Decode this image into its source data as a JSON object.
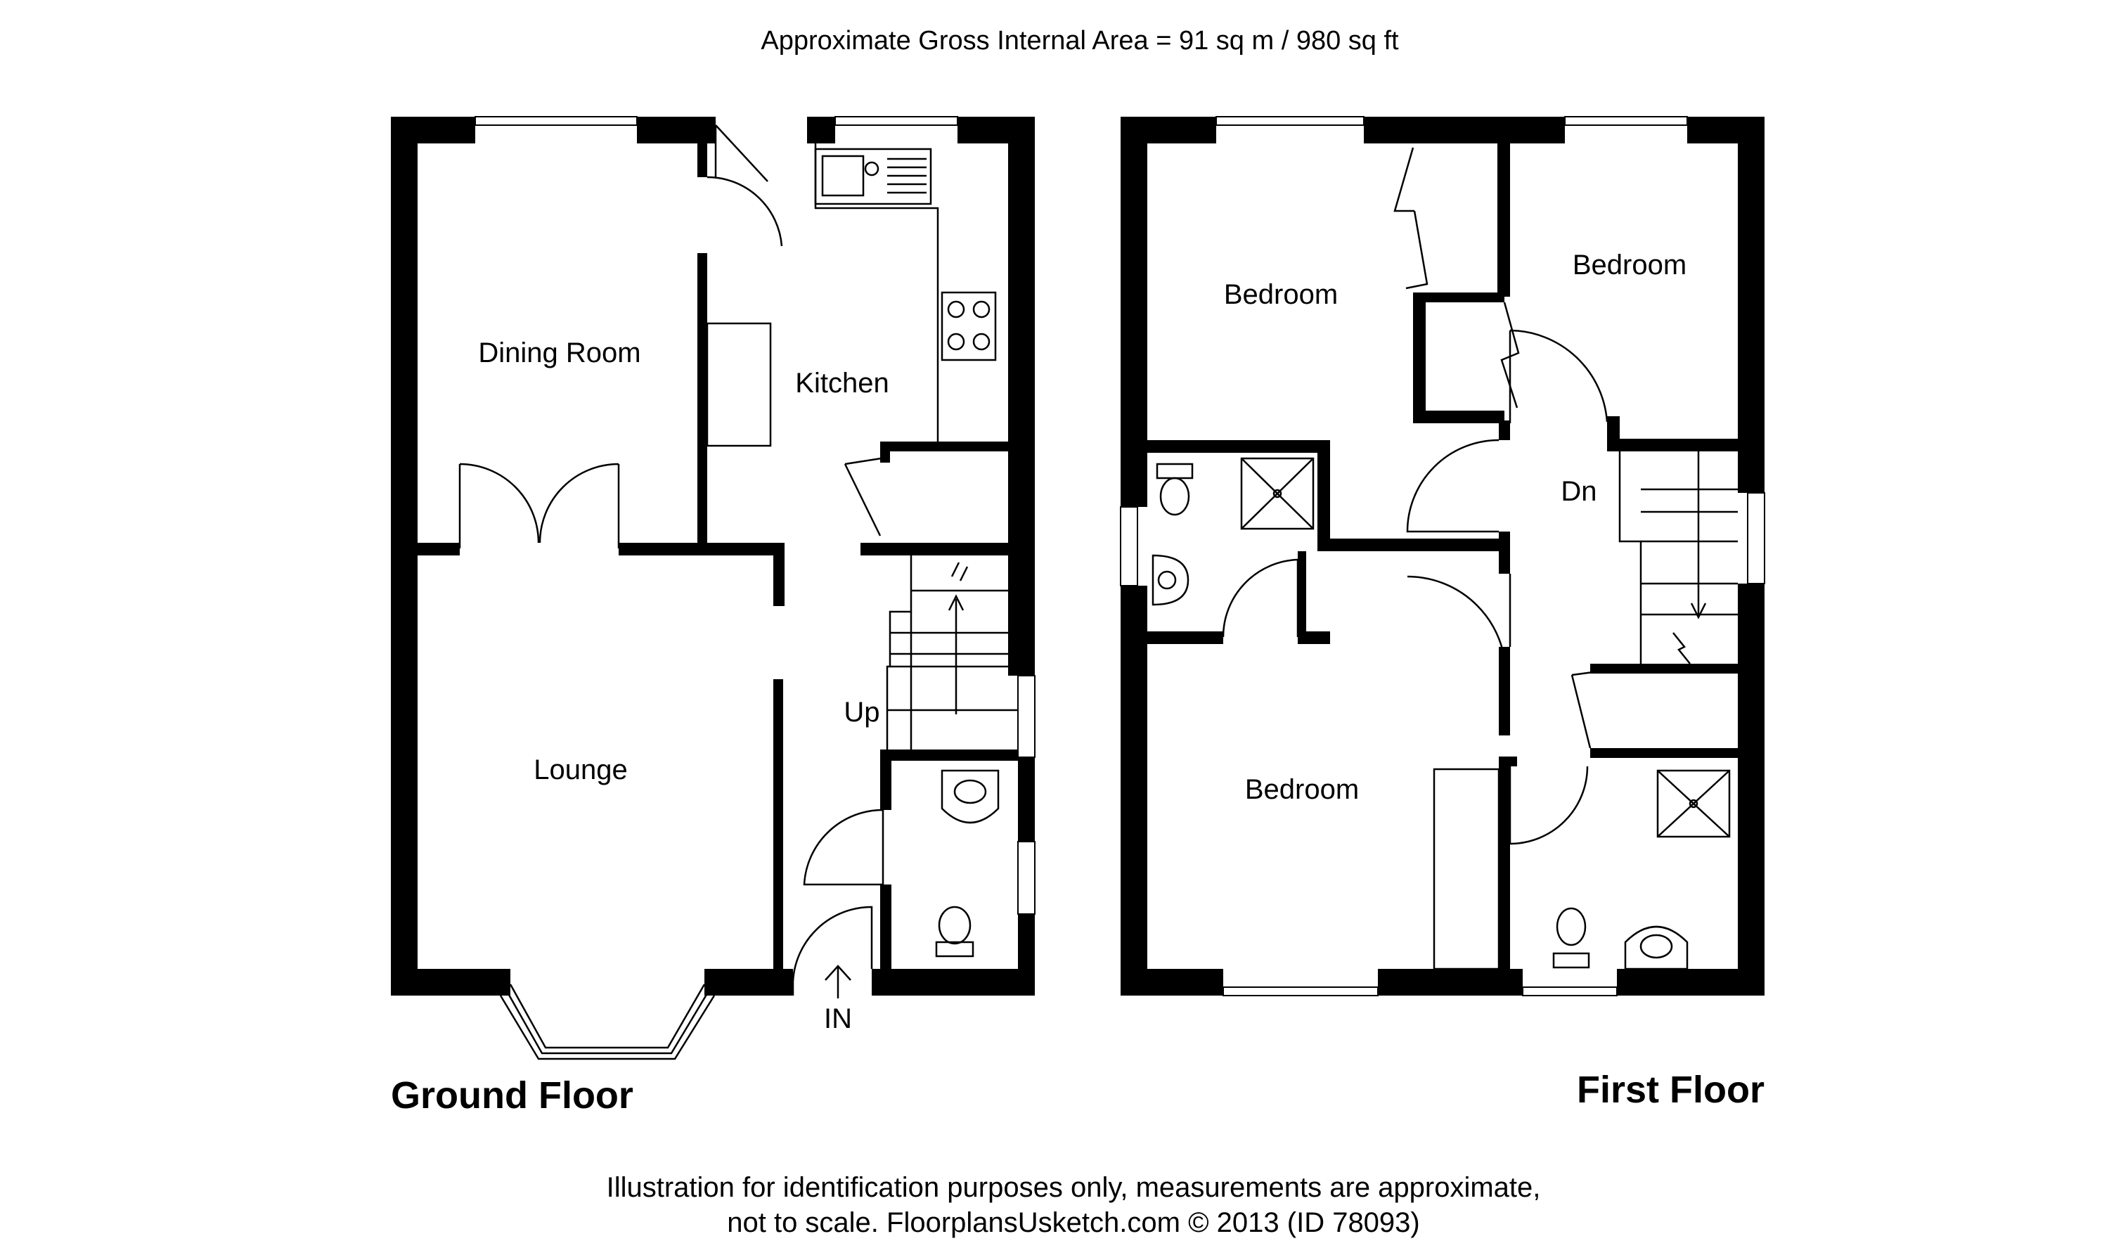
{
  "header": {
    "area": "Approximate Gross Internal Area  = 91 sq m / 980 sq ft"
  },
  "ground_floor": {
    "title": "Ground Floor",
    "rooms": {
      "dining_room": "Dining Room",
      "kitchen": "Kitchen",
      "lounge": "Lounge"
    },
    "stairs_label": "Up",
    "entrance_label": "IN"
  },
  "first_floor": {
    "title": "First Floor",
    "rooms": {
      "bedroom_top_left": "Bedroom",
      "bedroom_top_right": "Bedroom",
      "bedroom_bottom": "Bedroom"
    },
    "stairs_label": "Dn"
  },
  "footer": {
    "line1": "Illustration for identification purposes only, measurements are approximate,",
    "line2": "not to scale. FloorplansUsketch.com © 2013 (ID 78093)"
  }
}
